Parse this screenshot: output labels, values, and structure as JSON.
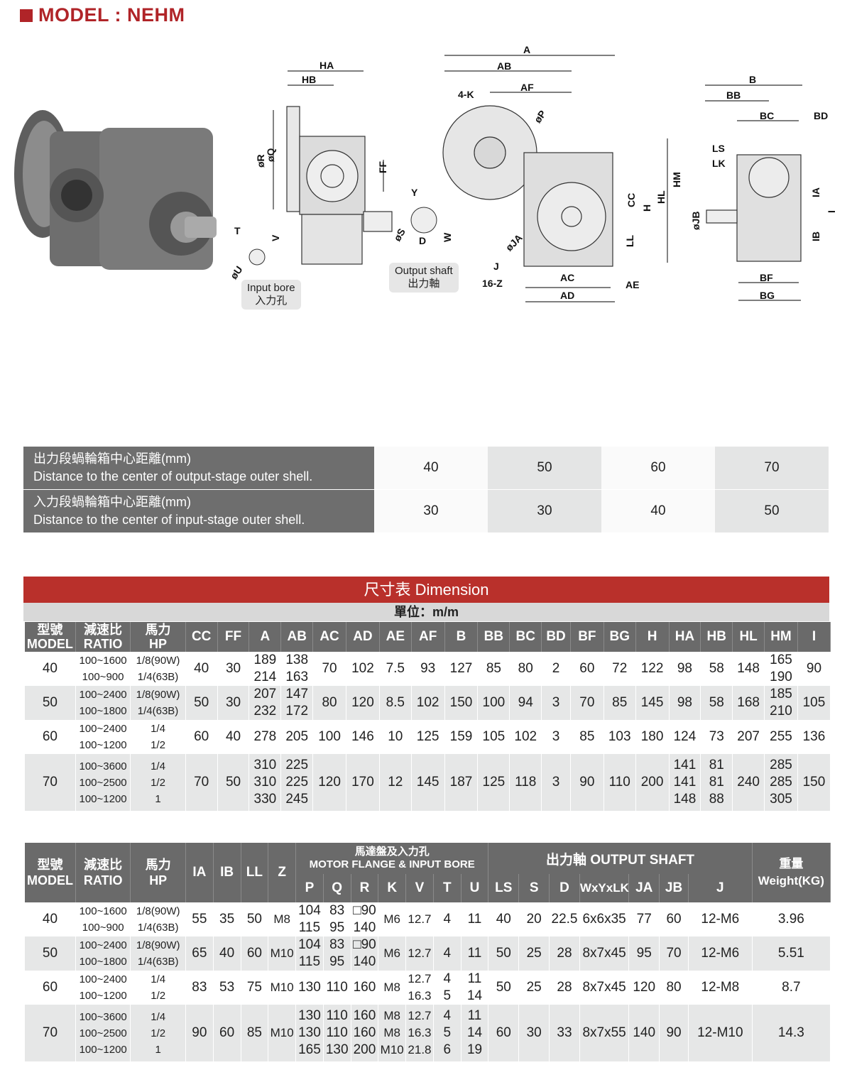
{
  "header": {
    "title": "MODEL : NEHM"
  },
  "drawings": {
    "captions": {
      "input_bore_en": "Input bore",
      "input_bore_zh": "入力孔",
      "output_shaft_en": "Output shaft",
      "output_shaft_zh": "出力軸"
    },
    "labels": [
      "HA",
      "HB",
      "øR",
      "øQ",
      "FF",
      "T",
      "V",
      "øU",
      "Y",
      "øS",
      "D",
      "W",
      "A",
      "AB",
      "AF",
      "4-K",
      "øP",
      "CC",
      "H",
      "HL",
      "HM",
      "LL",
      "øJA",
      "J",
      "16-Z",
      "AC",
      "AD",
      "AE",
      "B",
      "BB",
      "BC",
      "BD",
      "LS",
      "LK",
      "øJB",
      "IA",
      "I",
      "IB",
      "BF",
      "BG"
    ]
  },
  "distance": {
    "rows": [
      {
        "zh": "出力段蝸輪箱中心距離(mm)",
        "en": "Distance to the center of output-stage outer shell.",
        "values": [
          "40",
          "50",
          "60",
          "70"
        ]
      },
      {
        "zh": "入力段蝸輪箱中心距離(mm)",
        "en": "Distance to the center of input-stage outer shell.",
        "values": [
          "30",
          "30",
          "40",
          "50"
        ]
      }
    ]
  },
  "table1": {
    "banner": "尺寸表 Dimension",
    "unit": "單位：m/m",
    "headers": {
      "model_zh": "型號",
      "model_en": "MODEL",
      "ratio_zh": "減速比",
      "ratio_en": "RATIO",
      "hp_zh": "馬力",
      "hp_en": "HP",
      "cols": [
        "CC",
        "FF",
        "A",
        "AB",
        "AC",
        "AD",
        "AE",
        "AF",
        "B",
        "BB",
        "BC",
        "BD",
        "BF",
        "BG",
        "H",
        "HA",
        "HB",
        "HL",
        "HM",
        "I"
      ]
    },
    "rows": [
      {
        "model": "40",
        "ratio": [
          "100~1600",
          "100~900"
        ],
        "hp": [
          "1/8(90W)",
          "1/4(63B)"
        ],
        "CC": "40",
        "FF": "30",
        "A": [
          "189",
          "214"
        ],
        "AB": [
          "138",
          "163"
        ],
        "AC": "70",
        "AD": "102",
        "AE": "7.5",
        "AF": "93",
        "B": "127",
        "BB": "85",
        "BC": "80",
        "BD": "2",
        "BF": "60",
        "BG": "72",
        "H": "122",
        "HA": "98",
        "HB": "58",
        "HL": "148",
        "HM": [
          "165",
          "190"
        ],
        "I": "90"
      },
      {
        "model": "50",
        "ratio": [
          "100~2400",
          "100~1800"
        ],
        "hp": [
          "1/8(90W)",
          "1/4(63B)"
        ],
        "CC": "50",
        "FF": "30",
        "A": [
          "207",
          "232"
        ],
        "AB": [
          "147",
          "172"
        ],
        "AC": "80",
        "AD": "120",
        "AE": "8.5",
        "AF": "102",
        "B": "150",
        "BB": "100",
        "BC": "94",
        "BD": "3",
        "BF": "70",
        "BG": "85",
        "H": "145",
        "HA": "98",
        "HB": "58",
        "HL": "168",
        "HM": [
          "185",
          "210"
        ],
        "I": "105"
      },
      {
        "model": "60",
        "ratio": [
          "100~2400",
          "100~1200"
        ],
        "hp": [
          "1/4",
          "1/2"
        ],
        "CC": "60",
        "FF": "40",
        "A": [
          "278"
        ],
        "AB": [
          "205"
        ],
        "AC": "100",
        "AD": "146",
        "AE": "10",
        "AF": "125",
        "B": "159",
        "BB": "105",
        "BC": "102",
        "BD": "3",
        "BF": "85",
        "BG": "103",
        "H": "180",
        "HA": "124",
        "HB": "73",
        "HL": "207",
        "HM": [
          "255"
        ],
        "I": "136"
      },
      {
        "model": "70",
        "ratio": [
          "100~3600",
          "100~2500",
          "100~1200"
        ],
        "hp": [
          "1/4",
          "1/2",
          "1"
        ],
        "CC": "70",
        "FF": "50",
        "A": [
          "310",
          "310",
          "330"
        ],
        "AB": [
          "225",
          "225",
          "245"
        ],
        "AC": "120",
        "AD": "170",
        "AE": "12",
        "AF": "145",
        "B": "187",
        "BB": "125",
        "BC": "118",
        "BD": "3",
        "BF": "90",
        "BG": "110",
        "H": "200",
        "HA": [
          "141",
          "141",
          "148"
        ],
        "HB": [
          "81",
          "81",
          "88"
        ],
        "HL": "240",
        "HM": [
          "285",
          "285",
          "305"
        ],
        "I": "150"
      }
    ]
  },
  "table2": {
    "headers": {
      "model_zh": "型號",
      "model_en": "MODEL",
      "ratio_zh": "減速比",
      "ratio_en": "RATIO",
      "hp_zh": "馬力",
      "hp_en": "HP",
      "flange_zh": "馬達盤及入力孔",
      "flange_en": "MOTOR FLANGE &  INPUT BORE",
      "shaft": "出力軸  OUTPUT SHAFT",
      "weight_zh": "重量",
      "weight_en": "Weight(KG)",
      "cols_a": [
        "IA",
        "IB",
        "LL",
        "Z"
      ],
      "cols_flange": [
        "P",
        "Q",
        "R",
        "K",
        "V",
        "T",
        "U"
      ],
      "cols_shaft": [
        "LS",
        "S",
        "D",
        "WxYxLK",
        "JA",
        "JB",
        "J"
      ]
    },
    "rows": [
      {
        "model": "40",
        "ratio": [
          "100~1600",
          "100~900"
        ],
        "hp": [
          "1/8(90W)",
          "1/4(63B)"
        ],
        "IA": "55",
        "IB": "35",
        "LL": "50",
        "Z": "M8",
        "P": [
          "104",
          "115"
        ],
        "Q": [
          "83",
          "95"
        ],
        "R": [
          "□90",
          "140"
        ],
        "K": "M6",
        "V": "12.7",
        "T": "4",
        "U": "11",
        "LS": "40",
        "S": "20",
        "D": "22.5",
        "W": "6x6x35",
        "JA": "77",
        "JB": "60",
        "J": "12-M6",
        "weight": "3.96"
      },
      {
        "model": "50",
        "ratio": [
          "100~2400",
          "100~1800"
        ],
        "hp": [
          "1/8(90W)",
          "1/4(63B)"
        ],
        "IA": "65",
        "IB": "40",
        "LL": "60",
        "Z": "M10",
        "P": [
          "104",
          "115"
        ],
        "Q": [
          "83",
          "95"
        ],
        "R": [
          "□90",
          "140"
        ],
        "K": "M6",
        "V": "12.7",
        "T": "4",
        "U": "11",
        "LS": "50",
        "S": "25",
        "D": "28",
        "W": "8x7x45",
        "JA": "95",
        "JB": "70",
        "J": "12-M6",
        "weight": "5.51"
      },
      {
        "model": "60",
        "ratio": [
          "100~2400",
          "100~1200"
        ],
        "hp": [
          "1/4",
          "1/2"
        ],
        "IA": "83",
        "IB": "53",
        "LL": "75",
        "Z": "M10",
        "P": [
          "130"
        ],
        "Q": [
          "110"
        ],
        "R": [
          "160"
        ],
        "K": "M8",
        "V": [
          "12.7",
          "16.3"
        ],
        "T": [
          "4",
          "5"
        ],
        "U": [
          "11",
          "14"
        ],
        "LS": "50",
        "S": "25",
        "D": "28",
        "W": "8x7x45",
        "JA": "120",
        "JB": "80",
        "J": "12-M8",
        "weight": "8.7"
      },
      {
        "model": "70",
        "ratio": [
          "100~3600",
          "100~2500",
          "100~1200"
        ],
        "hp": [
          "1/4",
          "1/2",
          "1"
        ],
        "IA": "90",
        "IB": "60",
        "LL": "85",
        "Z": "M10",
        "P": [
          "130",
          "130",
          "165"
        ],
        "Q": [
          "110",
          "110",
          "130"
        ],
        "R": [
          "160",
          "160",
          "200"
        ],
        "K": [
          "M8",
          "M8",
          "M10"
        ],
        "V": [
          "12.7",
          "16.3",
          "21.8"
        ],
        "T": [
          "4",
          "5",
          "6"
        ],
        "U": [
          "11",
          "14",
          "19"
        ],
        "LS": "60",
        "S": "30",
        "D": "33",
        "W": "8x7x55",
        "JA": "140",
        "JB": "90",
        "J": "12-M10",
        "weight": "14.3"
      }
    ]
  }
}
